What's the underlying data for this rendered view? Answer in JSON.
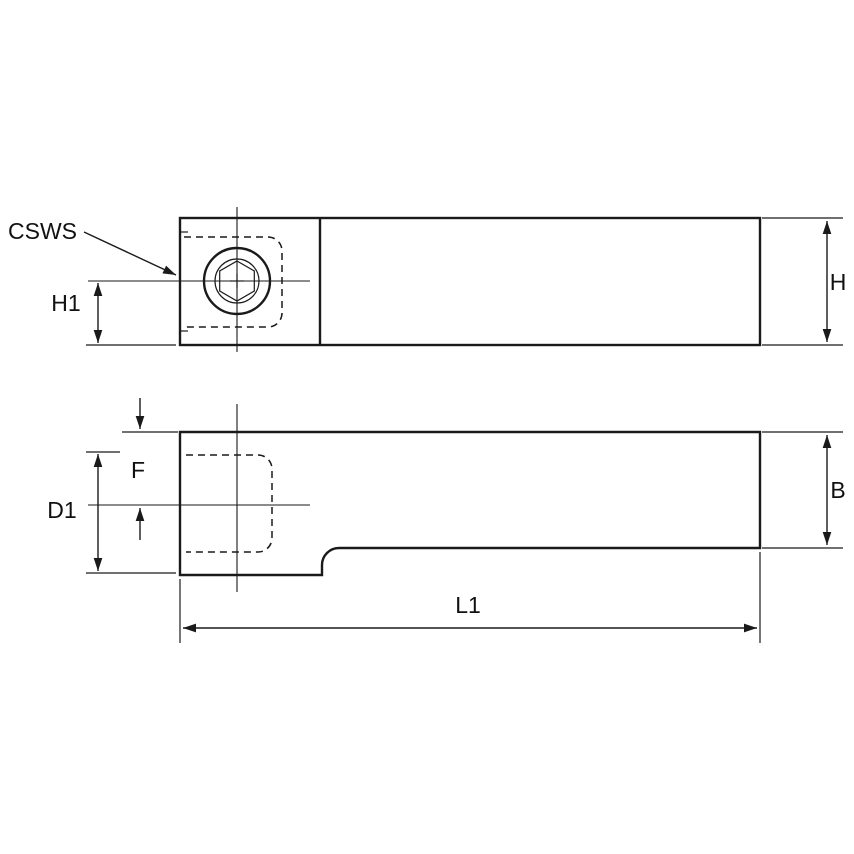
{
  "diagram": {
    "title": "tool-holder-engineering-drawing",
    "labels": {
      "csws": "CSWS",
      "h1": "H1",
      "h": "H",
      "f": "F",
      "d1": "D1",
      "b": "B",
      "l1": "L1"
    },
    "colors": {
      "part_fill": "#d3d3d3",
      "line": "#1a1a1a",
      "background": "#ffffff"
    }
  }
}
